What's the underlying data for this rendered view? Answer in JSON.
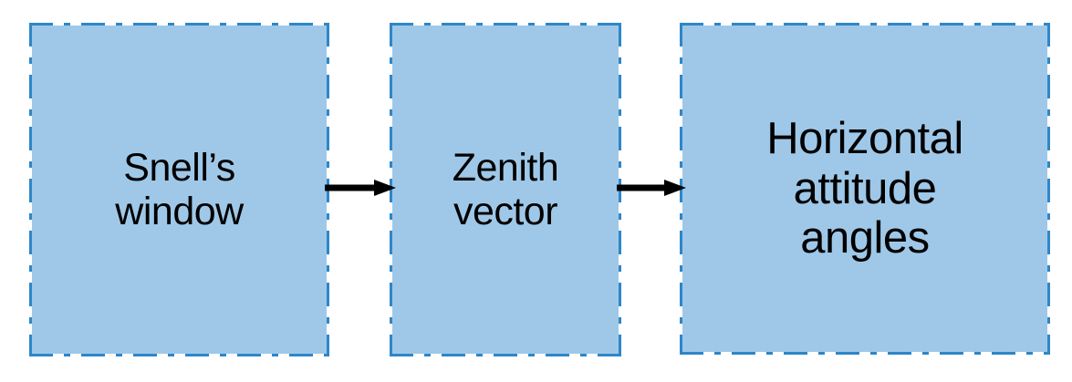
{
  "diagram": {
    "type": "flowchart",
    "orientation": "left-to-right",
    "background_color": "#FFFFFF",
    "box_fill_color": "#9FC8E8",
    "box_border_color": "#2E86C8",
    "box_border_style": "dash-dot",
    "text_color": "#000000",
    "arrow_color": "#000000",
    "nodes": [
      {
        "id": "snells-window",
        "label": "Snell’s\nwindow",
        "order": 1
      },
      {
        "id": "zenith-vector",
        "label": "Zenith\nvector",
        "order": 2
      },
      {
        "id": "attitude-angles",
        "label": "Horizontal\nattitude\nangles",
        "order": 3
      }
    ],
    "edges": [
      {
        "id": "arrow-1",
        "from": "snells-window",
        "to": "zenith-vector",
        "style": "solid-arrow"
      },
      {
        "id": "arrow-2",
        "from": "zenith-vector",
        "to": "attitude-angles",
        "style": "solid-arrow"
      }
    ]
  }
}
